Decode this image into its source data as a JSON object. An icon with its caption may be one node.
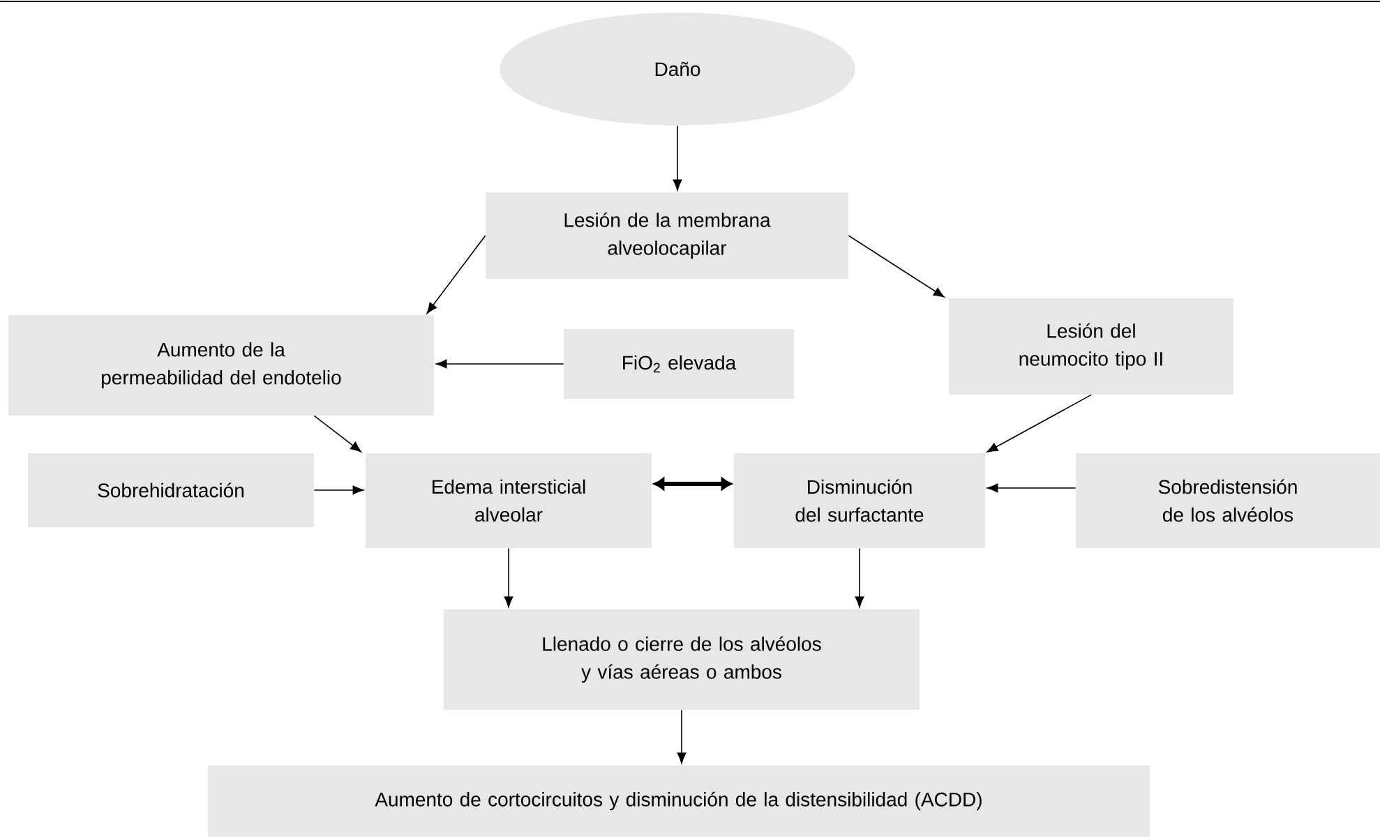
{
  "diagram": {
    "nodes": [
      {
        "text": [
          "Daño"
        ]
      },
      {
        "text": [
          "Lesión de la membrana alveolocapilar"
        ]
      },
      {
        "text": [
          "Aumento de la permeabilidad del endotelio"
        ]
      },
      {
        "text": [
          "FiO$_{2}$ elevada"
        ]
      },
      {
        "text": [
          "Lesión del neumocito tipo II"
        ]
      },
      {
        "text": [
          "Sobrehidratación"
        ]
      },
      {
        "text": [
          "Edema intersticial alveolar"
        ]
      },
      {
        "text": [
          "Disminución del surfactante"
        ]
      },
      {
        "text": [
          "Sobredistensión de los alvéolos"
        ]
      },
      {
        "text": [
          "Llenado o cierre de los alvéolos y vías aéreas o ambos"
        ]
      },
      {
        "text": [
          "Aumento de cortocircuitos y disminución de la distensibilidad (ACDD)"
        ]
      }
    ],
    "edges": [
      {
        "from": 0,
        "to": 1,
        "arrow": "to"
      },
      {
        "from": 1,
        "to": 2,
        "arrow": "to"
      },
      {
        "from": 1,
        "to": 4,
        "arrow": "to"
      },
      {
        "from": 3,
        "to": 2,
        "arrow": "to"
      },
      {
        "from": 2,
        "to": 6,
        "arrow": "to"
      },
      {
        "from": 4,
        "to": 7,
        "arrow": "to"
      },
      {
        "from": 5,
        "to": 6,
        "arrow": "to"
      },
      {
        "from": 6,
        "to": 7,
        "arrow": "both",
        "style": "thick"
      },
      {
        "from": 8,
        "to": 7,
        "arrow": "to"
      },
      {
        "from": 6,
        "to": 9,
        "arrow": "to"
      },
      {
        "from": 7,
        "to": 9,
        "arrow": "to"
      },
      {
        "from": 9,
        "to": 10,
        "arrow": "to"
      }
    ]
  }
}
